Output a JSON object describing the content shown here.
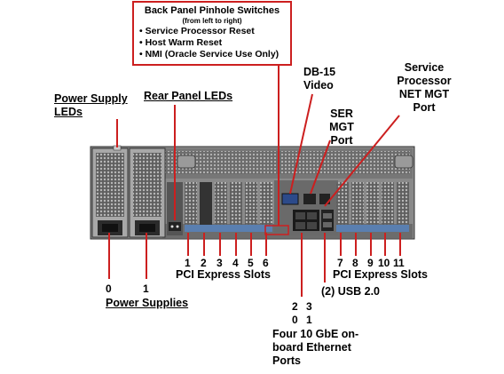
{
  "pinhole_box": {
    "title": "Back Panel Pinhole Switches",
    "subtitle": "(from left to right)",
    "items": [
      "Service Processor Reset",
      "Host Warm Reset",
      "NMI (Oracle Service Use Only)"
    ]
  },
  "labels": {
    "power_supply_leds": "Power Supply LEDs",
    "rear_panel_leds": "Rear Panel LEDs",
    "db15_video": "DB-15 Video",
    "ser_mgt_port": "SER MGT Port",
    "sp_net_mgt_port": "Service Processor NET MGT Port",
    "pci_express_slots_left": "PCI Express Slots",
    "pci_express_slots_right": "PCI Express Slots",
    "usb": "(2) USB 2.0",
    "power_supplies": "Power Supplies",
    "ethernet_ports": "Four 10 GbE on-board Ethernet Ports"
  },
  "numbers": {
    "power_supplies": [
      "0",
      "1"
    ],
    "pci_left": [
      "1",
      "2",
      "3",
      "4",
      "5",
      "6"
    ],
    "pci_right": [
      "7",
      "8",
      "9",
      "10",
      "11"
    ],
    "ethernet_top": [
      "2",
      "3"
    ],
    "ethernet_bottom": [
      "0",
      "1"
    ]
  },
  "colors": {
    "callout_line": "#cc1f1f",
    "chassis": "#7a7a7a",
    "chassis_dark": "#3c3c3c"
  }
}
